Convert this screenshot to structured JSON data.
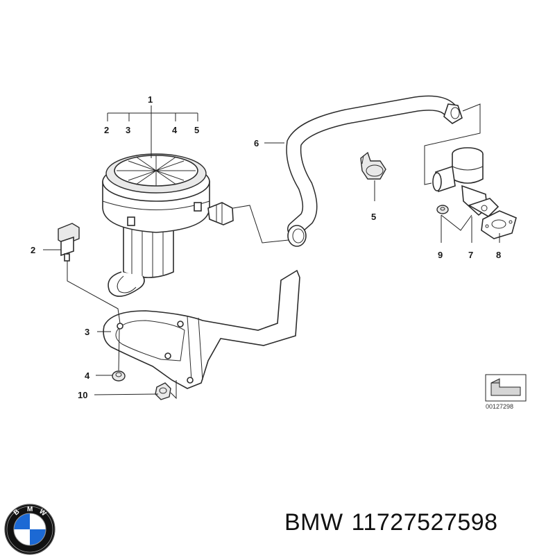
{
  "diagram": {
    "callouts": {
      "c1": "1",
      "c2top": "2",
      "c3top": "3",
      "c4top": "4",
      "c5top": "5",
      "c2": "2",
      "c3": "3",
      "c4": "4",
      "c10": "10",
      "c6": "6",
      "c5": "5",
      "c9": "9",
      "c7": "7",
      "c8": "8"
    },
    "reference_number": "00127298"
  },
  "caption": {
    "brand": "BMW",
    "part_number": "11727527598"
  },
  "logo": {
    "letters": [
      "B",
      "M",
      "W"
    ],
    "colors": {
      "blue": "#1c69d4",
      "white": "#ffffff",
      "black": "#111111"
    }
  }
}
